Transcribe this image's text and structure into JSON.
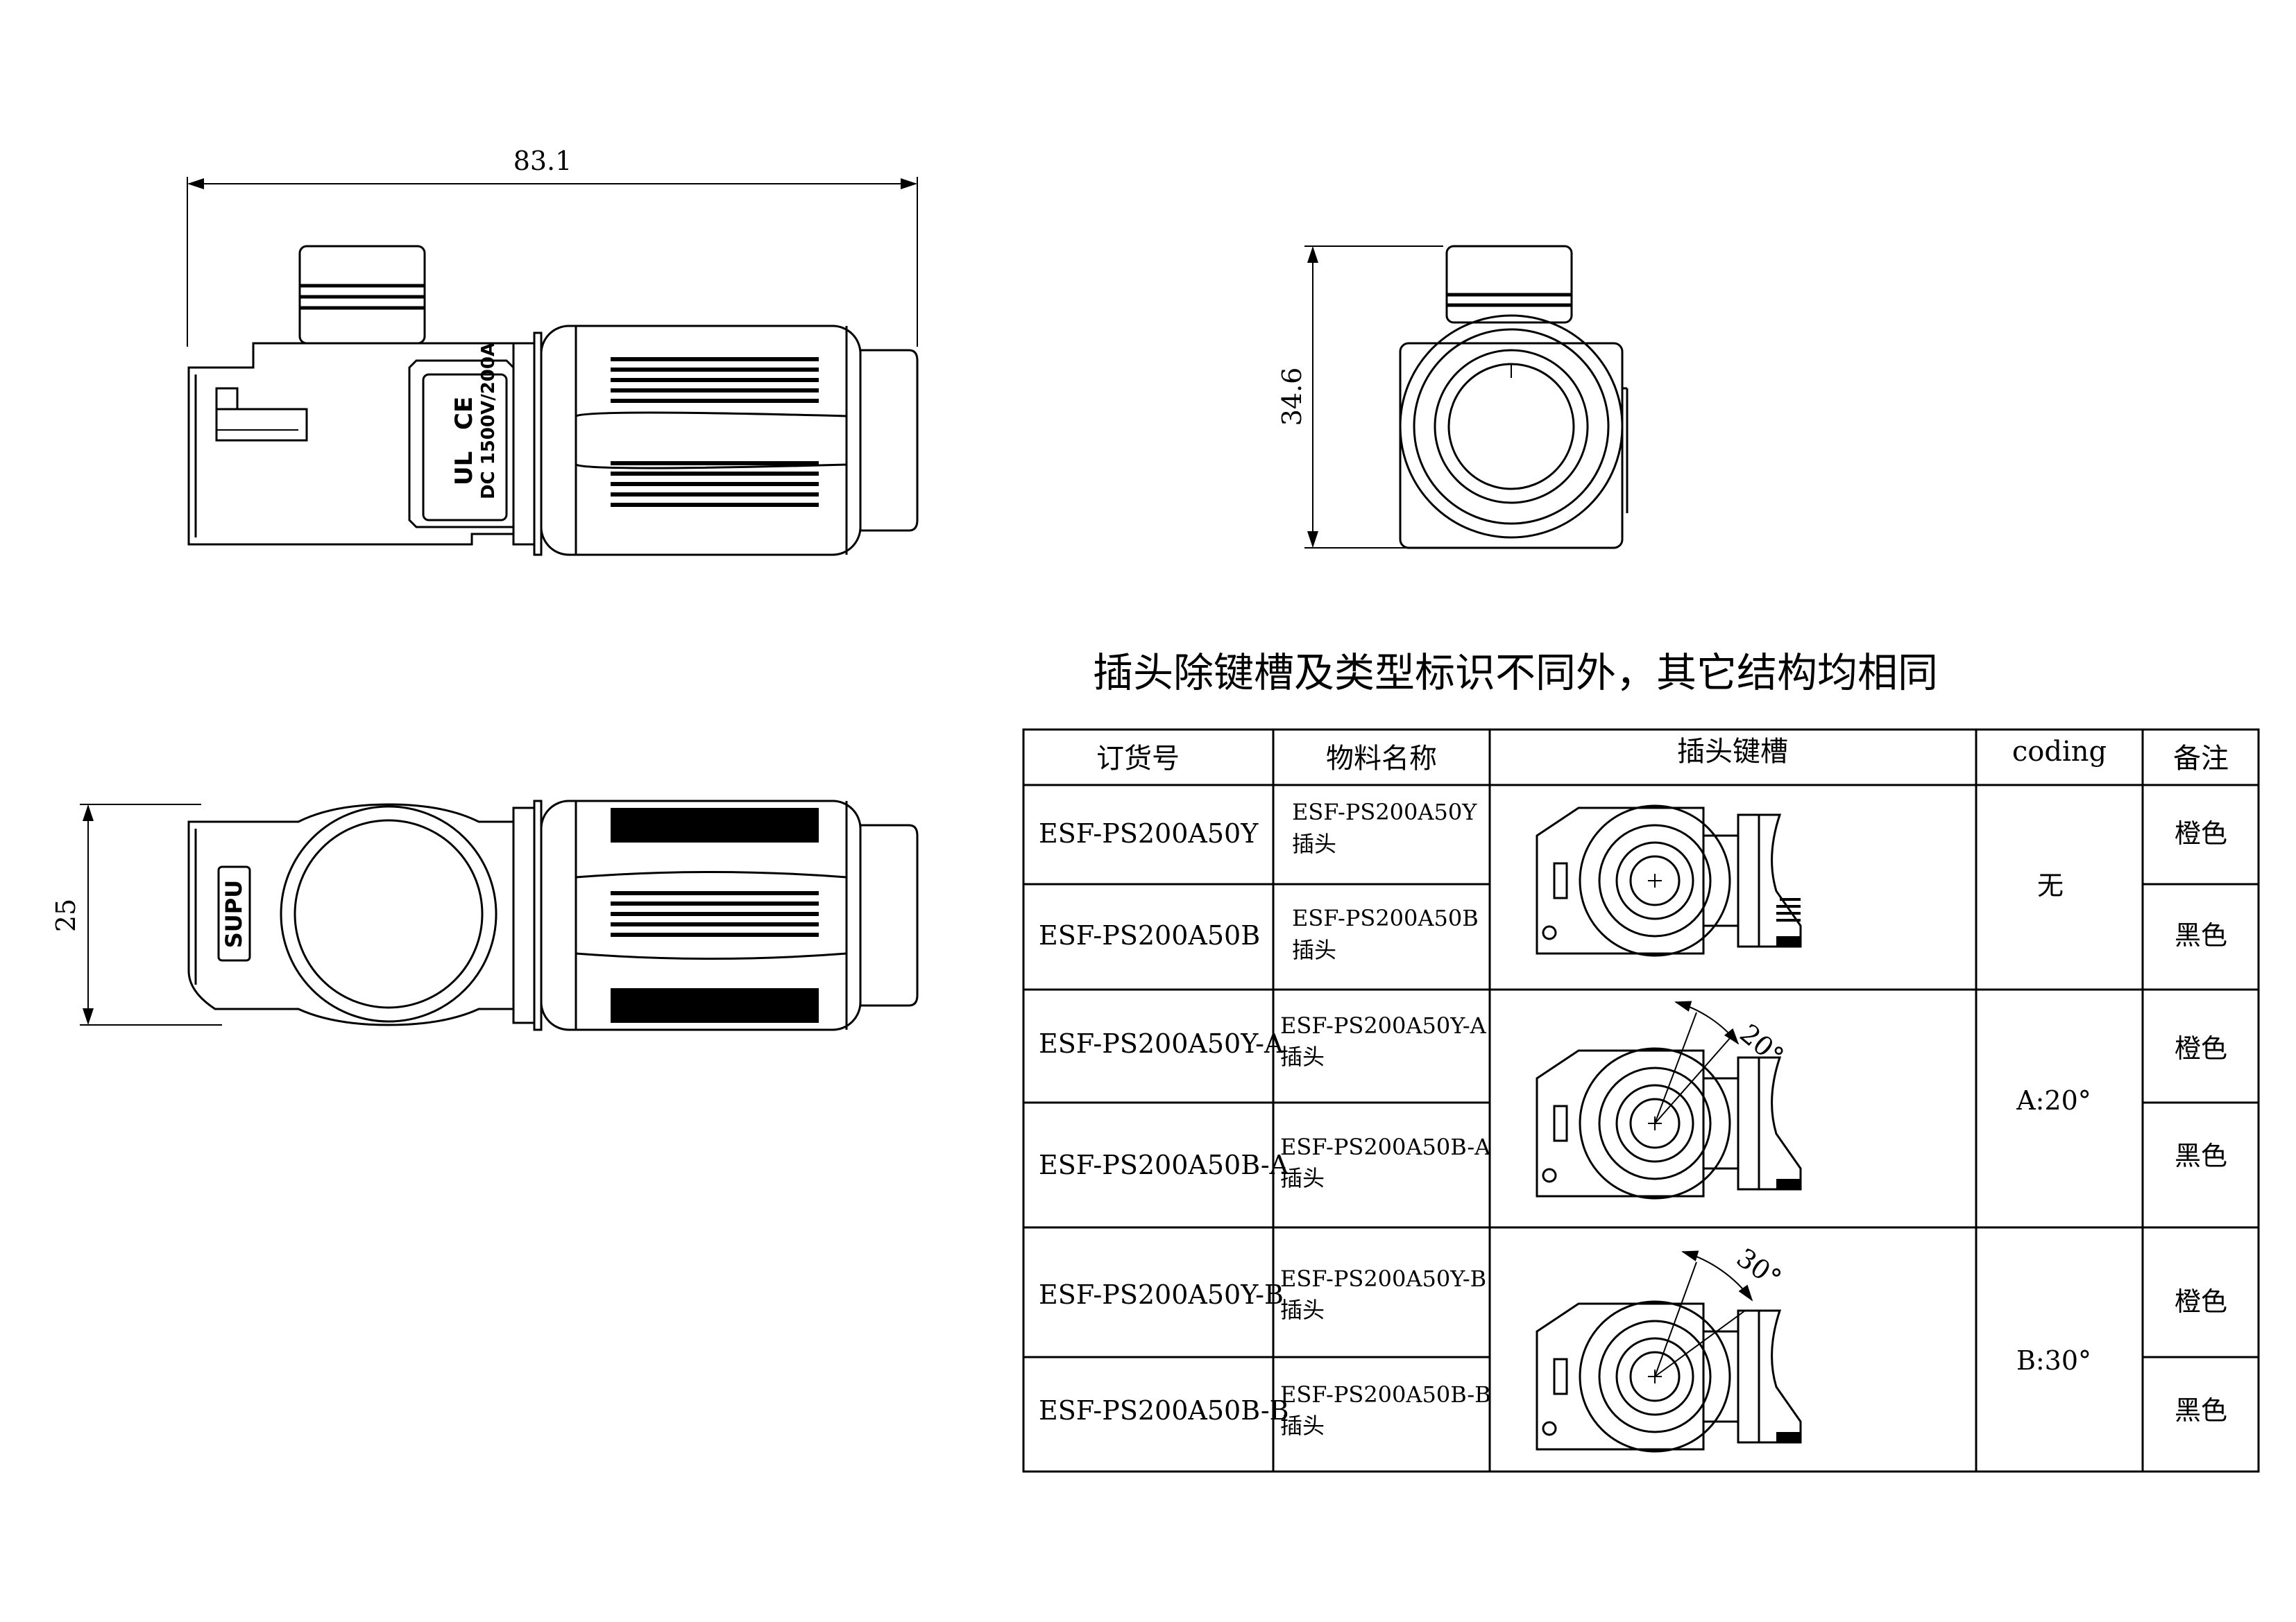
{
  "dimensions": {
    "overall_length": "83.1",
    "height": "34.6",
    "width": "25"
  },
  "product_marking": {
    "rating": "DC 1500V/200A",
    "cert_ce": "CE",
    "cert_ul": "UL",
    "brand": "SUPU"
  },
  "note": "插头除键槽及类型标识不同外，其它结构均相同",
  "table": {
    "headers": {
      "order_no": "订货号",
      "material_name": "物料名称",
      "plug_keyway": "插头键槽",
      "coding": "coding",
      "remark": "备注"
    },
    "groups": [
      {
        "coding": "无",
        "angle": "",
        "rows": [
          {
            "order_no": "ESF-PS200A50Y",
            "name_code": "ESF-PS200A50Y",
            "name_type": "插头",
            "remark": "橙色"
          },
          {
            "order_no": "ESF-PS200A50B",
            "name_code": "ESF-PS200A50B",
            "name_type": "插头",
            "remark": "黑色"
          }
        ]
      },
      {
        "coding": "A:20°",
        "angle": "20°",
        "rows": [
          {
            "order_no": "ESF-PS200A50Y-A",
            "name_code": "ESF-PS200A50Y-A",
            "name_type": "插头",
            "remark": "橙色"
          },
          {
            "order_no": "ESF-PS200A50B-A",
            "name_code": "ESF-PS200A50B-A",
            "name_type": "插头",
            "remark": "黑色"
          }
        ]
      },
      {
        "coding": "B:30°",
        "angle": "30°",
        "rows": [
          {
            "order_no": "ESF-PS200A50Y-B",
            "name_code": "ESF-PS200A50Y-B",
            "name_type": "插头",
            "remark": "橙色"
          },
          {
            "order_no": "ESF-PS200A50B-B",
            "name_code": "ESF-PS200A50B-B",
            "name_type": "插头",
            "remark": "黑色"
          }
        ]
      }
    ]
  }
}
